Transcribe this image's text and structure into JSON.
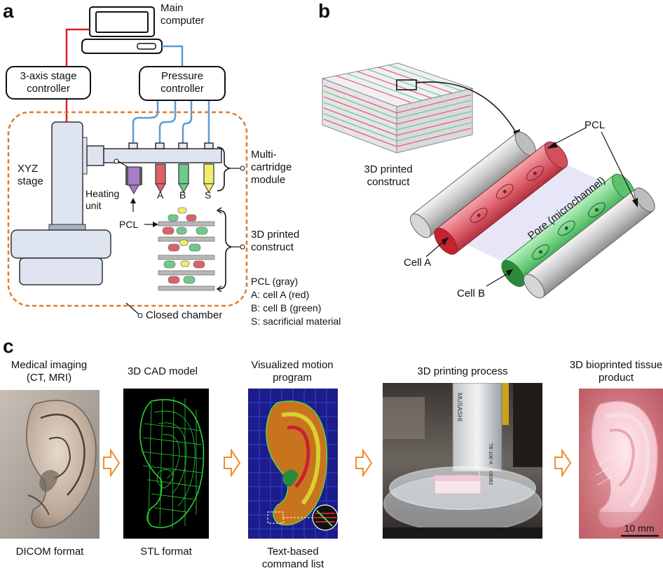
{
  "panel_a": {
    "letter": "a",
    "main_computer": "Main computer",
    "stage_controller": "3-axis stage controller",
    "pressure_controller": "Pressure controller",
    "xyz_stage": "XYZ stage",
    "heating_unit": "Heating unit",
    "cartridge_labels": [
      "A",
      "B",
      "S"
    ],
    "pcl_pointer": "PCL",
    "multi_cartridge": "Multi-cartridge module",
    "printed_construct": "3D printed construct",
    "closed_chamber": "Closed chamber",
    "legend": [
      "PCL (gray)",
      "A: cell A (red)",
      "B: cell B (green)",
      "S: sacrificial material"
    ],
    "colors": {
      "stage_wire": "#d62027",
      "pressure_wire": "#5b9bd5",
      "chamber": "#e07b2a",
      "cell_a": "#e0606a",
      "cell_b": "#6fc98a",
      "sacrificial": "#f2ee6b",
      "heating": "#a77cc8",
      "pcl": "#b3b3b3"
    }
  },
  "panel_b": {
    "letter": "b",
    "construct": "3D printed construct",
    "pcl": "PCL",
    "pore": "Pore (microchannel)",
    "cell_a": "Cell A",
    "cell_b": "Cell B"
  },
  "panel_c": {
    "letter": "c",
    "steps": [
      {
        "title": "Medical imaging (CT, MRI)",
        "caption": "DICOM format"
      },
      {
        "title": "3D CAD model",
        "caption": "STL format"
      },
      {
        "title": "Visualized motion program",
        "caption": "Text-based command list"
      },
      {
        "title": "3D printing process",
        "caption": ""
      },
      {
        "title": "3D bioprinted tissue product",
        "caption": ""
      }
    ],
    "machine_labels": [
      "MUSASHI",
      "TB-10E-K",
      "09382"
    ],
    "scale_bar": "10 mm",
    "arrow_color": "#f08c28"
  }
}
